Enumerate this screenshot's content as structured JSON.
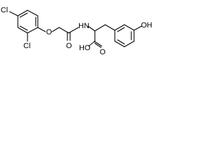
{
  "atoms": {
    "cl_top": "Cl",
    "cl_bottom": "Cl",
    "ether_o": "O",
    "amide_nh": "HN",
    "amide_o": "O",
    "carboxyl_o": "O",
    "carboxyl_ho": "HO",
    "phenol_oh": "OH"
  },
  "colors": {
    "bond": "#000000",
    "label": "#000000",
    "background": "#ffffff"
  }
}
